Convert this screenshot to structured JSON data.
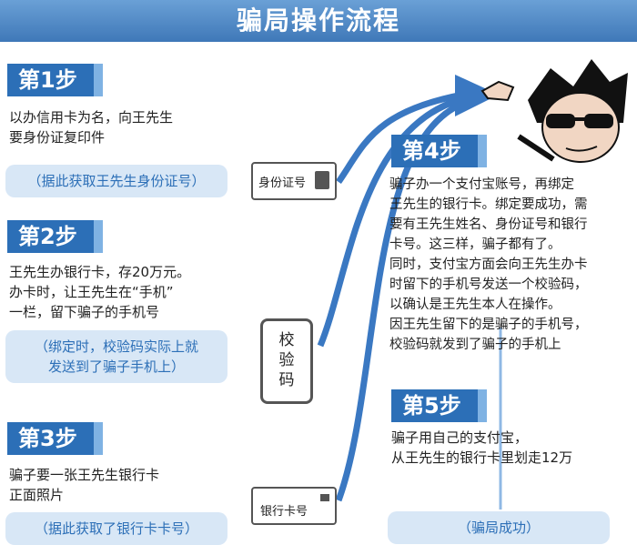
{
  "title": "骗局操作流程",
  "steps": [
    {
      "tag": "第1步",
      "desc": [
        "以办信用卡为名，向王先生",
        "要身份证复印件"
      ],
      "note": [
        "（据此获取王先生身份证号）"
      ]
    },
    {
      "tag": "第2步",
      "desc": [
        "王先生办银行卡，存20万元。",
        "办卡时，让王先生在“手机”",
        "一栏，留下骗子的手机号"
      ],
      "note": [
        "（绑定时，校验码实际上就",
        "发送到了骗子手机上）"
      ]
    },
    {
      "tag": "第3步",
      "desc": [
        "骗子要一张王先生银行卡",
        "正面照片"
      ],
      "note": [
        "（据此获取了银行卡卡号）"
      ]
    },
    {
      "tag": "第4步",
      "desc": [
        "骗子办一个支付宝账号，再绑定",
        "王先生的银行卡。绑定要成功，需",
        "要有王先生姓名、身份证号和银行",
        "卡号。这三样，骗子都有了。",
        "同时，支付宝方面会向王先生办卡",
        "时留下的手机号发送一个校验码，",
        "以确认是王先生本人在操作。",
        "因王先生留下的是骗子的手机号，",
        "校验码就发到了骗子的手机上"
      ]
    },
    {
      "tag": "第5步",
      "desc": [
        "骗子用自己的支付宝，",
        "从王先生的银行卡里划走12万"
      ],
      "note": [
        "（骗局成功）"
      ]
    }
  ],
  "cards": {
    "id_card": "身份证号",
    "phone": [
      "校",
      "验",
      "码"
    ],
    "bank_card": "银行卡号"
  },
  "colors": {
    "accent": "#2c6fb7",
    "pill_bg": "#d8e7f6",
    "arrow": "#3a78c2"
  }
}
